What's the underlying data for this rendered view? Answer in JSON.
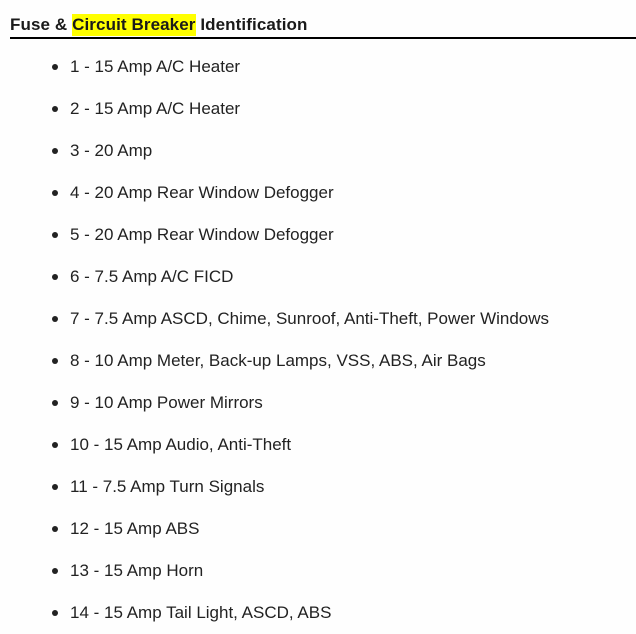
{
  "document": {
    "title": {
      "before": "Fuse & ",
      "highlight": "Circuit Breaker",
      "after": " Identification",
      "highlight_color": "#ffff00"
    },
    "text_color": "#222222",
    "background_color": "#fefefe",
    "rule_color": "#000000"
  },
  "fuse_list": {
    "items": [
      {
        "label": "1 - 15 Amp A/C Heater"
      },
      {
        "label": "2 - 15 Amp A/C Heater"
      },
      {
        "label": "3 - 20 Amp"
      },
      {
        "label": "4 - 20 Amp Rear Window Defogger"
      },
      {
        "label": "5 - 20 Amp Rear Window Defogger"
      },
      {
        "label": "6 - 7.5 Amp A/C FICD"
      },
      {
        "label": "7 - 7.5 Amp ASCD, Chime, Sunroof, Anti-Theft, Power Windows"
      },
      {
        "label": "8 - 10 Amp Meter, Back-up Lamps, VSS, ABS, Air Bags"
      },
      {
        "label": "9 - 10 Amp Power Mirrors"
      },
      {
        "label": "10 - 15 Amp Audio, Anti-Theft"
      },
      {
        "label": "11 - 7.5 Amp Turn Signals"
      },
      {
        "label": "12 - 15 Amp ABS"
      },
      {
        "label": "13 - 15 Amp Horn"
      },
      {
        "label": "14 - 15 Amp Tail Light, ASCD, ABS"
      }
    ]
  }
}
